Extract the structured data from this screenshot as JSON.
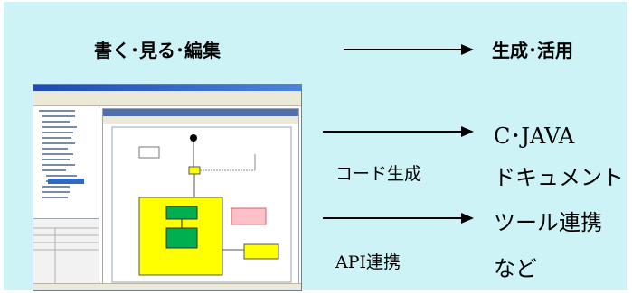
{
  "labels": {
    "top_left": "書く･見る･編集",
    "top_right": "生成･活用",
    "c_java": "C･JAVA",
    "code_gen": "コード生成",
    "document": "ドキュメント",
    "tool_link": "ツール連携",
    "api_link": "API連携",
    "etc": "など"
  },
  "colors": {
    "panel": "#cdf3f7",
    "state_yellow": "#ffff00",
    "state_green": "#00b050",
    "note_pink": "#ffc0cb"
  },
  "screenshot": {
    "icon": "uml-editor-window-thumbnail"
  }
}
